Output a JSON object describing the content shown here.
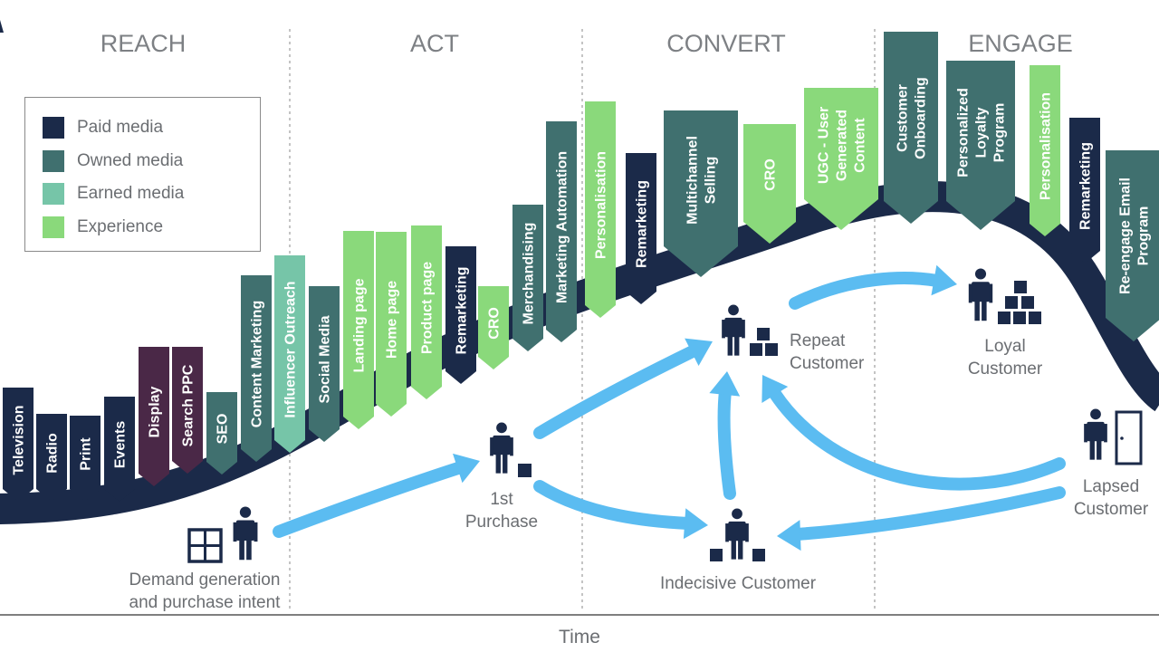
{
  "phases": [
    "REACH",
    "ACT",
    "CONVERT",
    "ENGAGE"
  ],
  "time_label": "Time",
  "legend": [
    {
      "label": "Paid media",
      "color": "#1b2a49"
    },
    {
      "label": "Owned media",
      "color": "#40706f"
    },
    {
      "label": "Earned media",
      "color": "#76c5a8"
    },
    {
      "label": "Experience",
      "color": "#8ad97b"
    }
  ],
  "channels": [
    {
      "label": "Television",
      "type": "paid"
    },
    {
      "label": "Radio",
      "type": "paid"
    },
    {
      "label": "Print",
      "type": "paid"
    },
    {
      "label": "Events",
      "type": "paid"
    },
    {
      "label": "Display",
      "type": "display"
    },
    {
      "label": "Search PPC",
      "type": "display"
    },
    {
      "label": "SEO",
      "type": "owned"
    },
    {
      "label": "Content Marketing",
      "type": "owned"
    },
    {
      "label": "Influencer Outreach",
      "type": "earned"
    },
    {
      "label": "Social Media",
      "type": "owned"
    },
    {
      "label": "Landing page",
      "type": "experience"
    },
    {
      "label": "Home page",
      "type": "experience"
    },
    {
      "label": "Product page",
      "type": "experience"
    },
    {
      "label": "Remarketing",
      "type": "paid"
    },
    {
      "label": "CRO",
      "type": "experience"
    },
    {
      "label": "Merchandising",
      "type": "owned"
    },
    {
      "label": "Marketing Automation",
      "type": "owned"
    },
    {
      "label": "Personalisation",
      "type": "experience"
    },
    {
      "label": "Remarketing",
      "type": "paid"
    },
    {
      "label": "Multichannel Selling",
      "type": "owned"
    },
    {
      "label": "CRO",
      "type": "experience"
    },
    {
      "label": "UGC - User Generated Content",
      "type": "experience"
    },
    {
      "label": "Customer Onboarding",
      "type": "owned"
    },
    {
      "label": "Personalized Loyalty Program",
      "type": "owned"
    },
    {
      "label": "Personalisation",
      "type": "experience"
    },
    {
      "label": "Remarketing",
      "type": "paid"
    },
    {
      "label": "Re-engage Email Program",
      "type": "owned"
    }
  ],
  "customers": [
    {
      "id": "demand",
      "label": [
        "Demand generation",
        "and purchase intent"
      ],
      "icon": "person-with-window-icon"
    },
    {
      "id": "first",
      "label": [
        "1st",
        "Purchase"
      ],
      "icon": "person-with-box-icon"
    },
    {
      "id": "repeat",
      "label": [
        "Repeat",
        "Customer"
      ],
      "icon": "person-with-boxes-icon"
    },
    {
      "id": "indecisive",
      "label": [
        "Indecisive Customer"
      ],
      "icon": "person-with-two-boxes-icon"
    },
    {
      "id": "loyal",
      "label": [
        "Loyal",
        "Customer"
      ],
      "icon": "person-with-box-pyramid-icon"
    },
    {
      "id": "lapsed",
      "label": [
        "Lapsed",
        "Customer"
      ],
      "icon": "person-with-door-icon"
    }
  ],
  "colors": {
    "curve": "#1b2a49",
    "paid": "#1b2a49",
    "display": "#4a2847",
    "owned": "#40706f",
    "earned": "#76c5a8",
    "experience": "#8ad97b",
    "arrow": "#5bbcf1",
    "icon": "#1b2a49",
    "text": "#6b6e72",
    "divider": "#b0b0b0"
  }
}
